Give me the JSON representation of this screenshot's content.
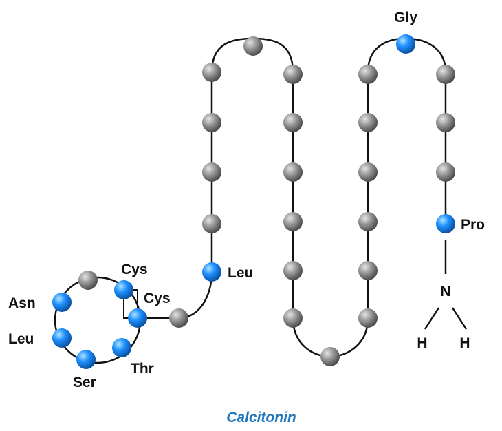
{
  "title": "Calcitonin",
  "colors": {
    "title": "#2277bb",
    "highlighted_residue": "#1e90ff",
    "plain_residue": "#8a8a8a",
    "backbone": "#111111",
    "label": "#111111"
  },
  "residue_labels": {
    "gly": "Gly",
    "pro": "Pro",
    "leu_chain": "Leu",
    "cys_top": "Cys",
    "cys_bridge": "Cys",
    "asn": "Asn",
    "leu_ring": "Leu",
    "ser": "Ser",
    "thr": "Thr"
  },
  "terminus": {
    "n": "N",
    "h_left": "H",
    "h_right": "H"
  }
}
